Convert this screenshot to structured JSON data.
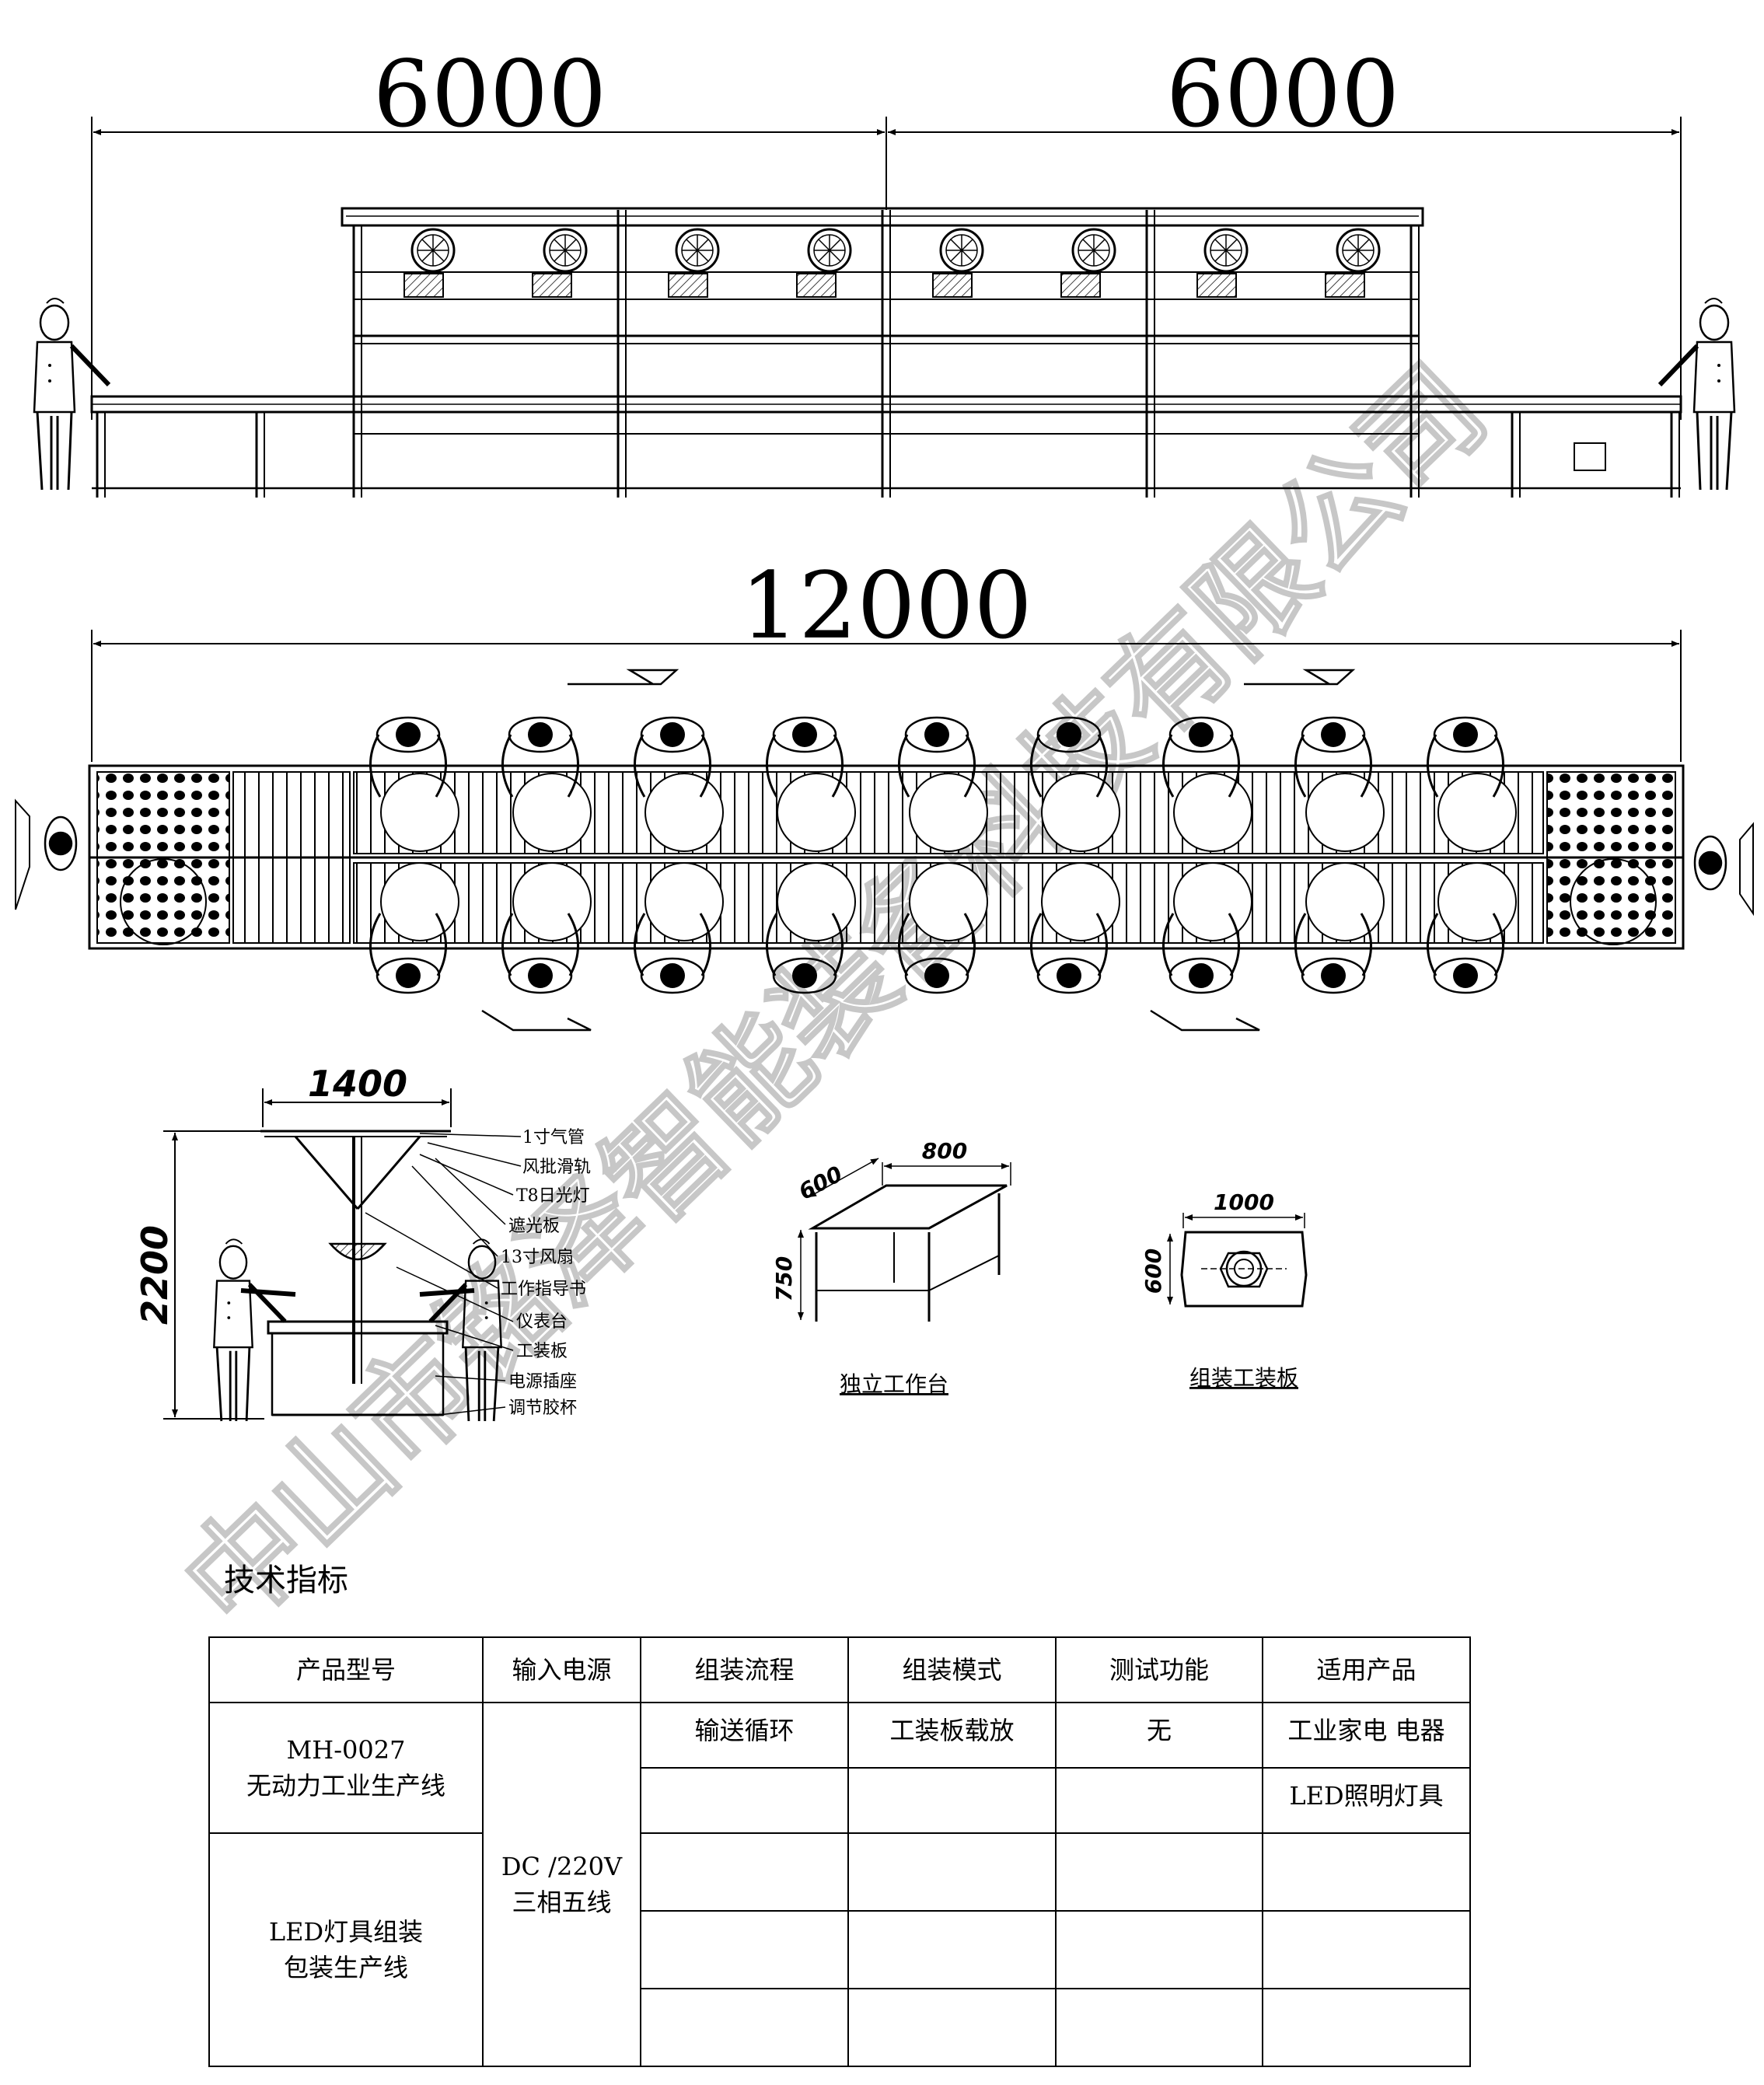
{
  "dimensions": {
    "elevation_left": "6000",
    "elevation_right": "6000",
    "plan_total": "12000",
    "station_width": "1400",
    "station_height": "2200",
    "bench_length": "800",
    "bench_depth": "600",
    "bench_height": "750",
    "fixture_length": "1000",
    "fixture_width": "600"
  },
  "callouts": [
    "1寸气管",
    "风批滑轨",
    "T8日光灯",
    "遮光板",
    "13寸风扇",
    "工作指导书",
    "仪表台",
    "工装板",
    "电源插座",
    "调节胶杯"
  ],
  "captions": {
    "bench": "独立工作台",
    "fixture": "组装工装板"
  },
  "watermark": "中山市铭泽智能装备科技有限公司",
  "spec": {
    "title": "技术指标",
    "headers": [
      "产品型号",
      "输入电源",
      "组装流程",
      "组装模式",
      "测试功能",
      "适用产品"
    ],
    "model_1_line1": "MH-0027",
    "model_1_line2": "无动力工业生产线",
    "model_2_line1": "LED灯具组装",
    "model_2_line2": "包装生产线",
    "power_line1": "DC /220V",
    "power_line2": "三相五线",
    "flow": "输送循环",
    "mode": "工装板载放",
    "test": "无",
    "product_1": "工业家电  电器",
    "product_2": "LED照明灯具"
  }
}
